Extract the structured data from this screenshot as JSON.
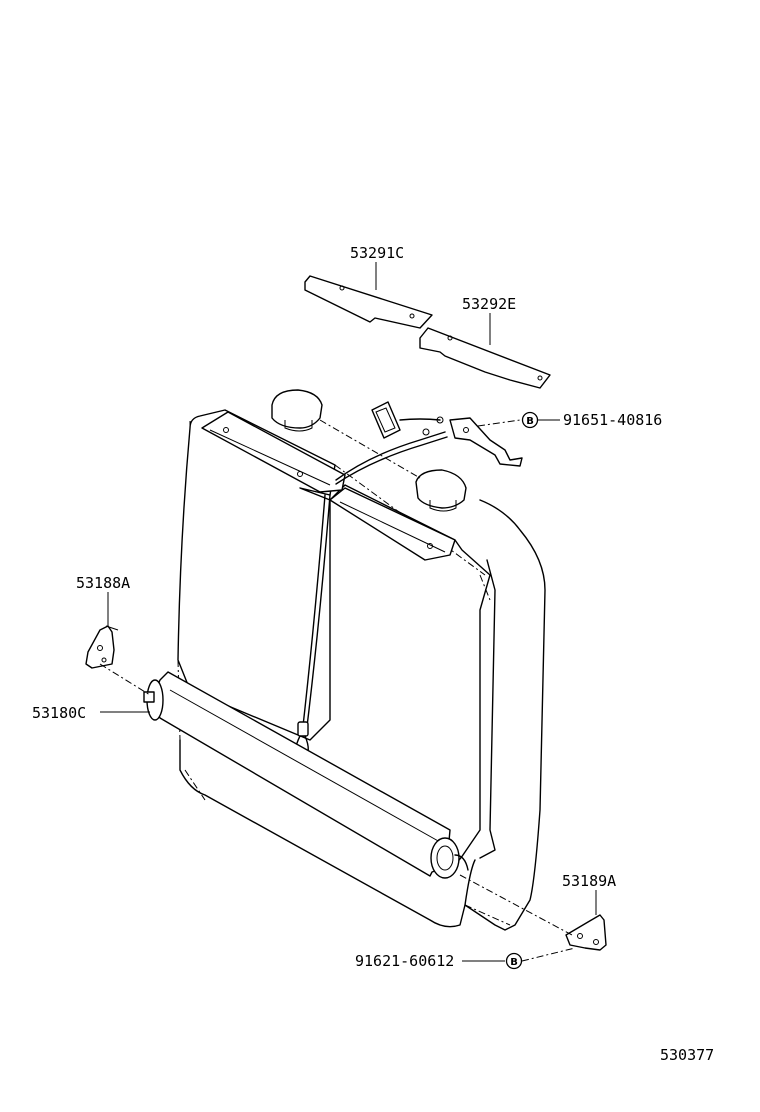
{
  "parts": [
    {
      "id": "p1",
      "label": "53291C"
    },
    {
      "id": "p2",
      "label": "53292E"
    },
    {
      "id": "p3",
      "label": "91651-40816"
    },
    {
      "id": "p4",
      "label": "53188A"
    },
    {
      "id": "p5",
      "label": "53180C"
    },
    {
      "id": "p6",
      "label": "53189A"
    },
    {
      "id": "p7",
      "label": "91621-60612"
    }
  ],
  "fastener_markers": [
    {
      "id": "m1",
      "letter": "B"
    },
    {
      "id": "m2",
      "letter": "B"
    }
  ],
  "diagram_number": "530377"
}
